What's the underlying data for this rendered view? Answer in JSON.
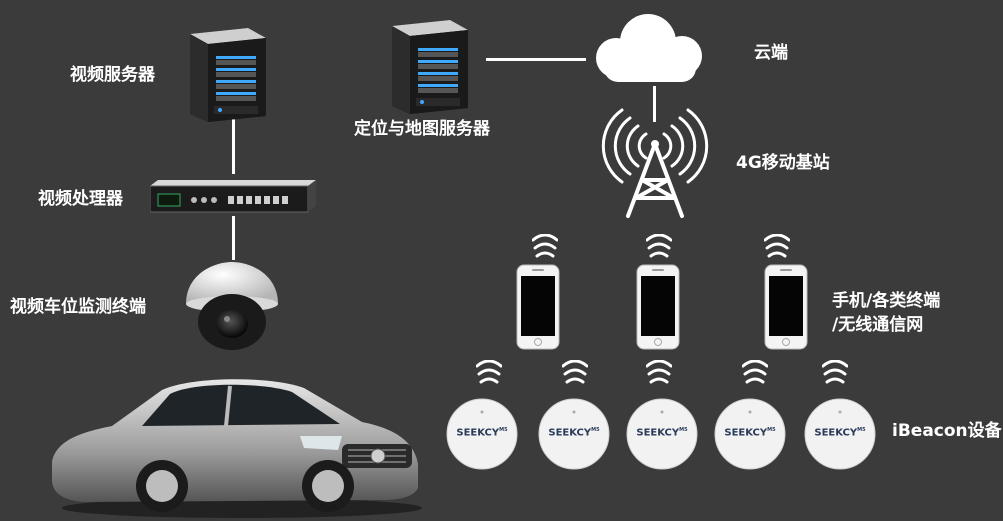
{
  "labels": {
    "video_server": "视频服务器",
    "location_server": "定位与地图服务器",
    "cloud": "云端",
    "base_station": "4G移动基站",
    "video_processor": "视频处理器",
    "camera": "视频车位监测终端",
    "phones_line1": "手机/各类终端",
    "phones_line2": "/无线通信网",
    "ibeacon": "iBeacon设备"
  },
  "beacon_brand": "SEEKCY",
  "beacon_model": "M5",
  "colors": {
    "background": "#3b3b3b",
    "lines": "#ffffff",
    "server_led": "#3fa9ff"
  }
}
